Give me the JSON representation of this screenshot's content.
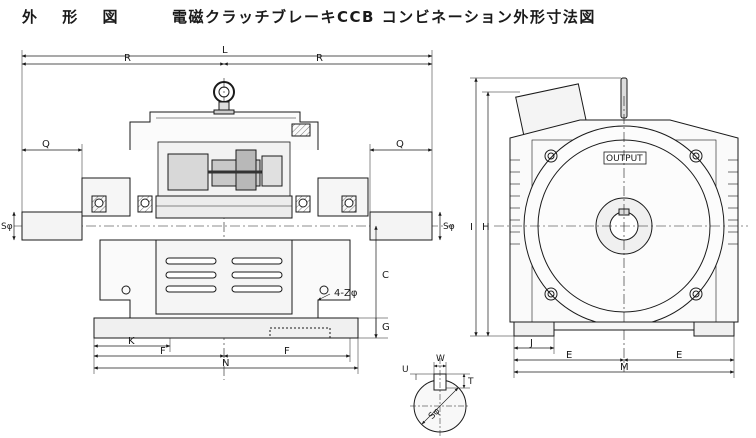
{
  "header": {
    "left_title": "外 形 図",
    "right_title": "電磁クラッチブレーキCCB コンビネーション外形寸法図"
  },
  "front_view": {
    "dims": {
      "L": "L",
      "R_left": "R",
      "R_right": "R",
      "Q_left": "Q",
      "Q_right": "Q",
      "S_left": "Sφ",
      "S_right": "Sφ",
      "C": "C",
      "G": "G",
      "hole": "4-Zφ",
      "K": "K",
      "F_left": "F",
      "F_right": "F",
      "N": "N"
    }
  },
  "side_view": {
    "output_label": "OUTPUT",
    "dims": {
      "I": "I",
      "H": "H",
      "J": "J",
      "E_left": "E",
      "E_right": "E",
      "M": "M"
    }
  },
  "shaft_detail": {
    "dims": {
      "W": "W",
      "U": "U",
      "T": "T",
      "S": "Sφ"
    }
  }
}
